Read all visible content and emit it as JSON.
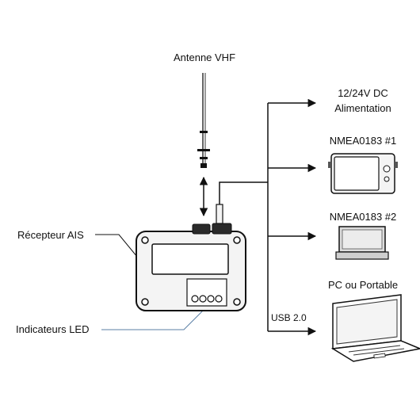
{
  "labels": {
    "antenna": "Antenne VHF",
    "power_line1": "12/24V DC",
    "power_line2": "Alimentation",
    "nmea1": "NMEA0183 #1",
    "nmea2": "NMEA0183 #2",
    "pc": "PC ou Portable",
    "usb": "USB 2.0",
    "receiver": "Récepteur AIS",
    "leds": "Indicateurs LED"
  },
  "colors": {
    "line": "#111111",
    "leader_leds": "#5b7fa6",
    "device_fill": "#f4f4f4",
    "device_dark": "#2a2a2a"
  },
  "icons": {
    "antenna": "antenna-icon",
    "receiver": "ais-receiver-box-icon",
    "chartplotter": "chartplotter-icon",
    "display": "display-unit-icon",
    "laptop": "laptop-icon",
    "leds": "led-indicator-icon"
  }
}
